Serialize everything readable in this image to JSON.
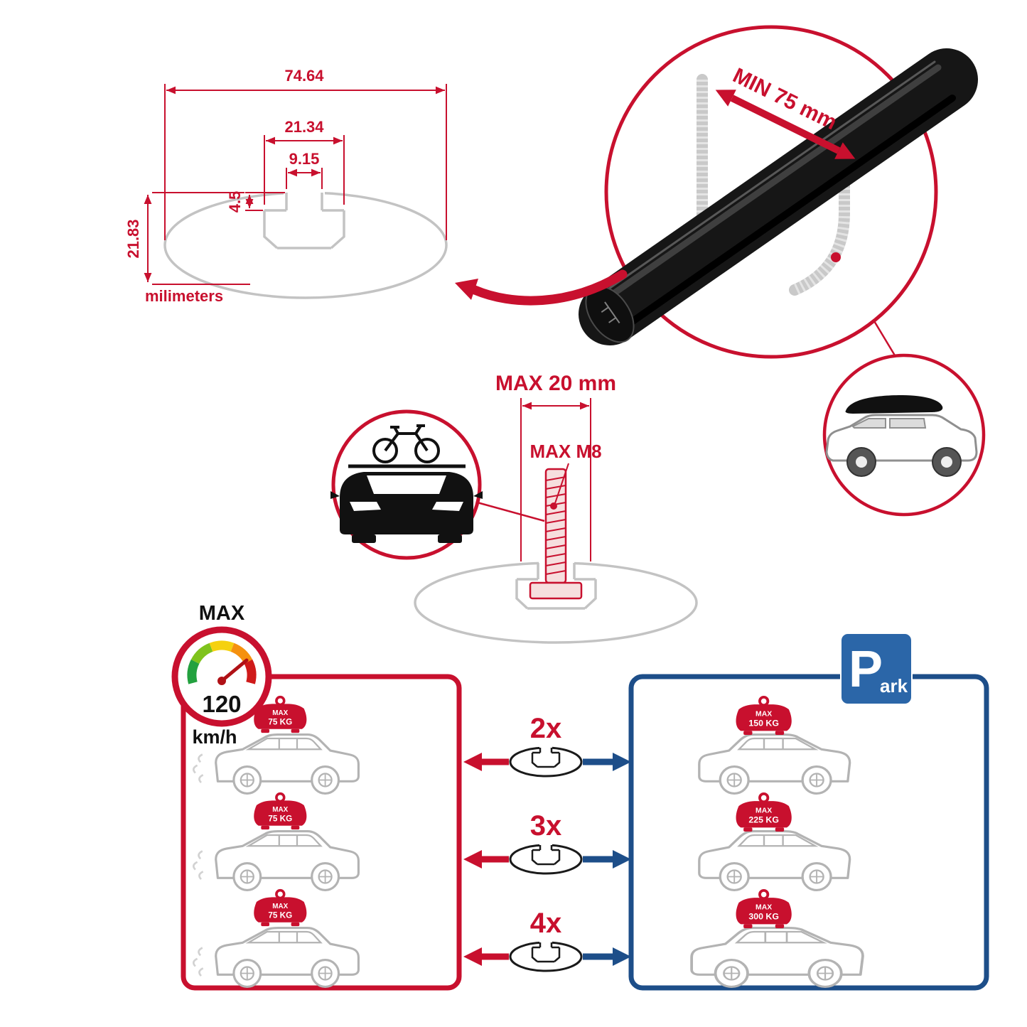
{
  "colors": {
    "accent_red": "#c8102e",
    "accent_blue": "#1d4e89",
    "outline_gray": "#c3c3c3",
    "bar_black": "#161616"
  },
  "cross_section_diagram": {
    "total_width": "74.64",
    "slot_outer_width": "21.34",
    "slot_opening_width": "9.15",
    "lip_depth": "4.5",
    "total_height": "21.83",
    "unit_label": "milimeters"
  },
  "clamp_detail": {
    "min_grip": "MIN 75 mm"
  },
  "bolt_detail": {
    "max_length": "MAX 20 mm",
    "max_thread": "MAX M8"
  },
  "speed_limit": {
    "title": "MAX",
    "value": "120",
    "unit": "km/h"
  },
  "park_sign": {
    "letter": "P",
    "rest": "ark"
  },
  "comparison": {
    "multipliers": [
      "2x",
      "3x",
      "4x"
    ],
    "per_bar_loads": [
      {
        "title": "MAX",
        "weight": "75 KG"
      },
      {
        "title": "MAX",
        "weight": "75 KG"
      },
      {
        "title": "MAX",
        "weight": "75 KG"
      }
    ],
    "total_loads": [
      {
        "title": "MAX",
        "weight": "150 KG"
      },
      {
        "title": "MAX",
        "weight": "225 KG"
      },
      {
        "title": "MAX",
        "weight": "300 KG"
      }
    ]
  }
}
